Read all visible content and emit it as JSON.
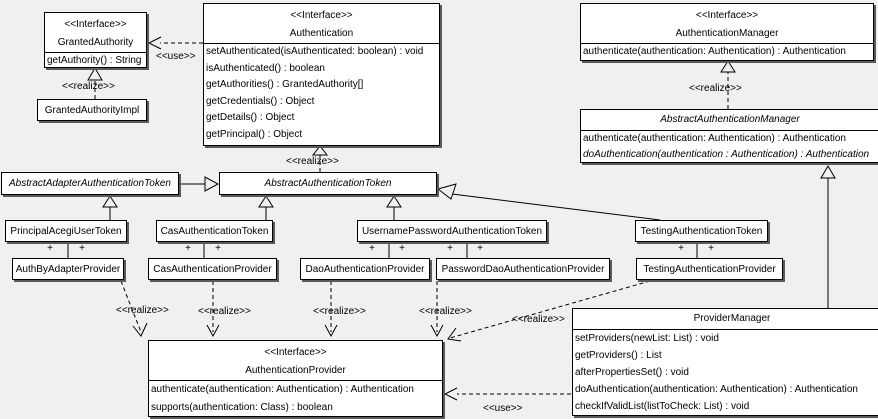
{
  "diagram": {
    "colors": {
      "background": "#f0f0f0",
      "box_fill": "#ffffff",
      "line": "#000000"
    },
    "edge_labels": {
      "realize": "<<realize>>",
      "use": "<<use>>",
      "plus": "+"
    },
    "classes": {
      "granted_authority": {
        "stereotype": "<<Interface>>",
        "name": "GrantedAuthority",
        "methods": [
          "getAuthority() : String"
        ]
      },
      "granted_authority_impl": {
        "name": "GrantedAuthorityImpl"
      },
      "authentication": {
        "stereotype": "<<Interface>>",
        "name": "Authentication",
        "methods": [
          "setAuthenticated(isAuthenticated: boolean) : void",
          "isAuthenticated() : boolean",
          "getAuthorities() : GrantedAuthority[]",
          "getCredentials() : Object",
          "getDetails() : Object",
          "getPrincipal() : Object"
        ]
      },
      "authentication_manager": {
        "stereotype": "<<Interface>>",
        "name": "AuthenticationManager",
        "methods": [
          "authenticate(authentication: Authentication) : Authentication"
        ]
      },
      "abstract_authentication_manager": {
        "name": "AbstractAuthenticationManager",
        "methods": [
          "authenticate(authentication: Authentication) : Authentication",
          "doAuthentication(authentication : Authentication) : Authentication"
        ]
      },
      "abstract_adapter_authentication_token": {
        "name": "AbstractAdapterAuthenticationToken"
      },
      "abstract_authentication_token": {
        "name": "AbstractAuthenticationToken"
      },
      "principal_acegi_user_token": {
        "name": "PrincipalAcegiUserToken"
      },
      "cas_authentication_token": {
        "name": "CasAuthenticationToken"
      },
      "username_password_authentication_token": {
        "name": "UsernamePasswordAuthenticationToken"
      },
      "testing_authentication_token": {
        "name": "TestingAuthenticationToken"
      },
      "auth_by_adapter_provider": {
        "name": "AuthByAdapterProvider"
      },
      "cas_authentication_provider": {
        "name": "CasAuthenticationProvider"
      },
      "dao_authentication_provider": {
        "name": "DaoAuthenticationProvider"
      },
      "password_dao_authentication_provider": {
        "name": "PasswordDaoAuthenticationProvider"
      },
      "testing_authentication_provider": {
        "name": "TestingAuthenticationProvider"
      },
      "authentication_provider": {
        "stereotype": "<<Interface>>",
        "name": "AuthenticationProvider",
        "methods": [
          "authenticate(authentication: Authentication) : Authentication",
          "supports(authentication: Class) : boolean"
        ]
      },
      "provider_manager": {
        "name": "ProviderManager",
        "methods": [
          "setProviders(newList: List) : void",
          "getProviders() : List",
          "afterPropertiesSet() : void",
          "doAuthentication(authentication: Authentication) : Authentication",
          "checkIfValidList(listToCheck: List) : void"
        ]
      }
    }
  }
}
